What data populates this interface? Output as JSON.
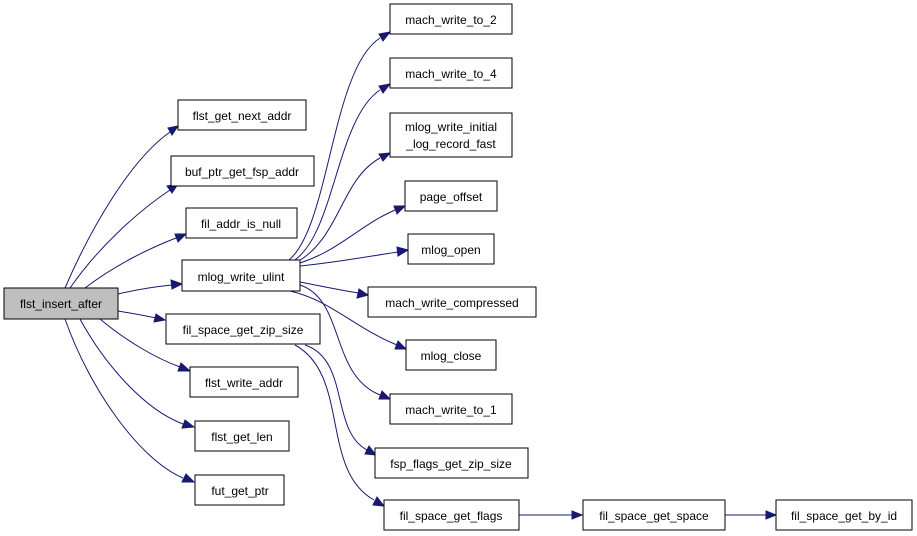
{
  "graph": {
    "nodes": {
      "root": "flst_insert_after",
      "flst_get_next_addr": "flst_get_next_addr",
      "buf_ptr_get_fsp_addr": "buf_ptr_get_fsp_addr",
      "fil_addr_is_null": "fil_addr_is_null",
      "mlog_write_ulint": "mlog_write_ulint",
      "fil_space_get_zip_size": "fil_space_get_zip_size",
      "flst_write_addr": "flst_write_addr",
      "flst_get_len": "flst_get_len",
      "fut_get_ptr": "fut_get_ptr",
      "mach_write_to_2": "mach_write_to_2",
      "mach_write_to_4": "mach_write_to_4",
      "mlog_write_initial_line1": "mlog_write_initial",
      "mlog_write_initial_line2": "_log_record_fast",
      "page_offset": "page_offset",
      "mlog_open": "mlog_open",
      "mach_write_compressed": "mach_write_compressed",
      "mlog_close": "mlog_close",
      "mach_write_to_1": "mach_write_to_1",
      "fsp_flags_get_zip_size": "fsp_flags_get_zip_size",
      "fil_space_get_flags": "fil_space_get_flags",
      "fil_space_get_space": "fil_space_get_space",
      "fil_space_get_by_id": "fil_space_get_by_id"
    },
    "edges": [
      [
        "root",
        "flst_get_next_addr"
      ],
      [
        "root",
        "buf_ptr_get_fsp_addr"
      ],
      [
        "root",
        "fil_addr_is_null"
      ],
      [
        "root",
        "mlog_write_ulint"
      ],
      [
        "root",
        "fil_space_get_zip_size"
      ],
      [
        "root",
        "flst_write_addr"
      ],
      [
        "root",
        "flst_get_len"
      ],
      [
        "root",
        "fut_get_ptr"
      ],
      [
        "mlog_write_ulint",
        "mach_write_to_2"
      ],
      [
        "mlog_write_ulint",
        "mach_write_to_4"
      ],
      [
        "mlog_write_ulint",
        "mlog_write_initial_log_record_fast"
      ],
      [
        "mlog_write_ulint",
        "page_offset"
      ],
      [
        "mlog_write_ulint",
        "mlog_open"
      ],
      [
        "mlog_write_ulint",
        "mach_write_compressed"
      ],
      [
        "mlog_write_ulint",
        "mlog_close"
      ],
      [
        "mlog_write_ulint",
        "mach_write_to_1"
      ],
      [
        "fil_space_get_zip_size",
        "fsp_flags_get_zip_size"
      ],
      [
        "fil_space_get_zip_size",
        "fil_space_get_flags"
      ],
      [
        "fil_space_get_flags",
        "fil_space_get_space"
      ],
      [
        "fil_space_get_space",
        "fil_space_get_by_id"
      ]
    ]
  },
  "colors": {
    "edge": "#191970",
    "root_fill": "#bfbfbf",
    "node_fill": "#ffffff",
    "node_border": "#000000"
  }
}
